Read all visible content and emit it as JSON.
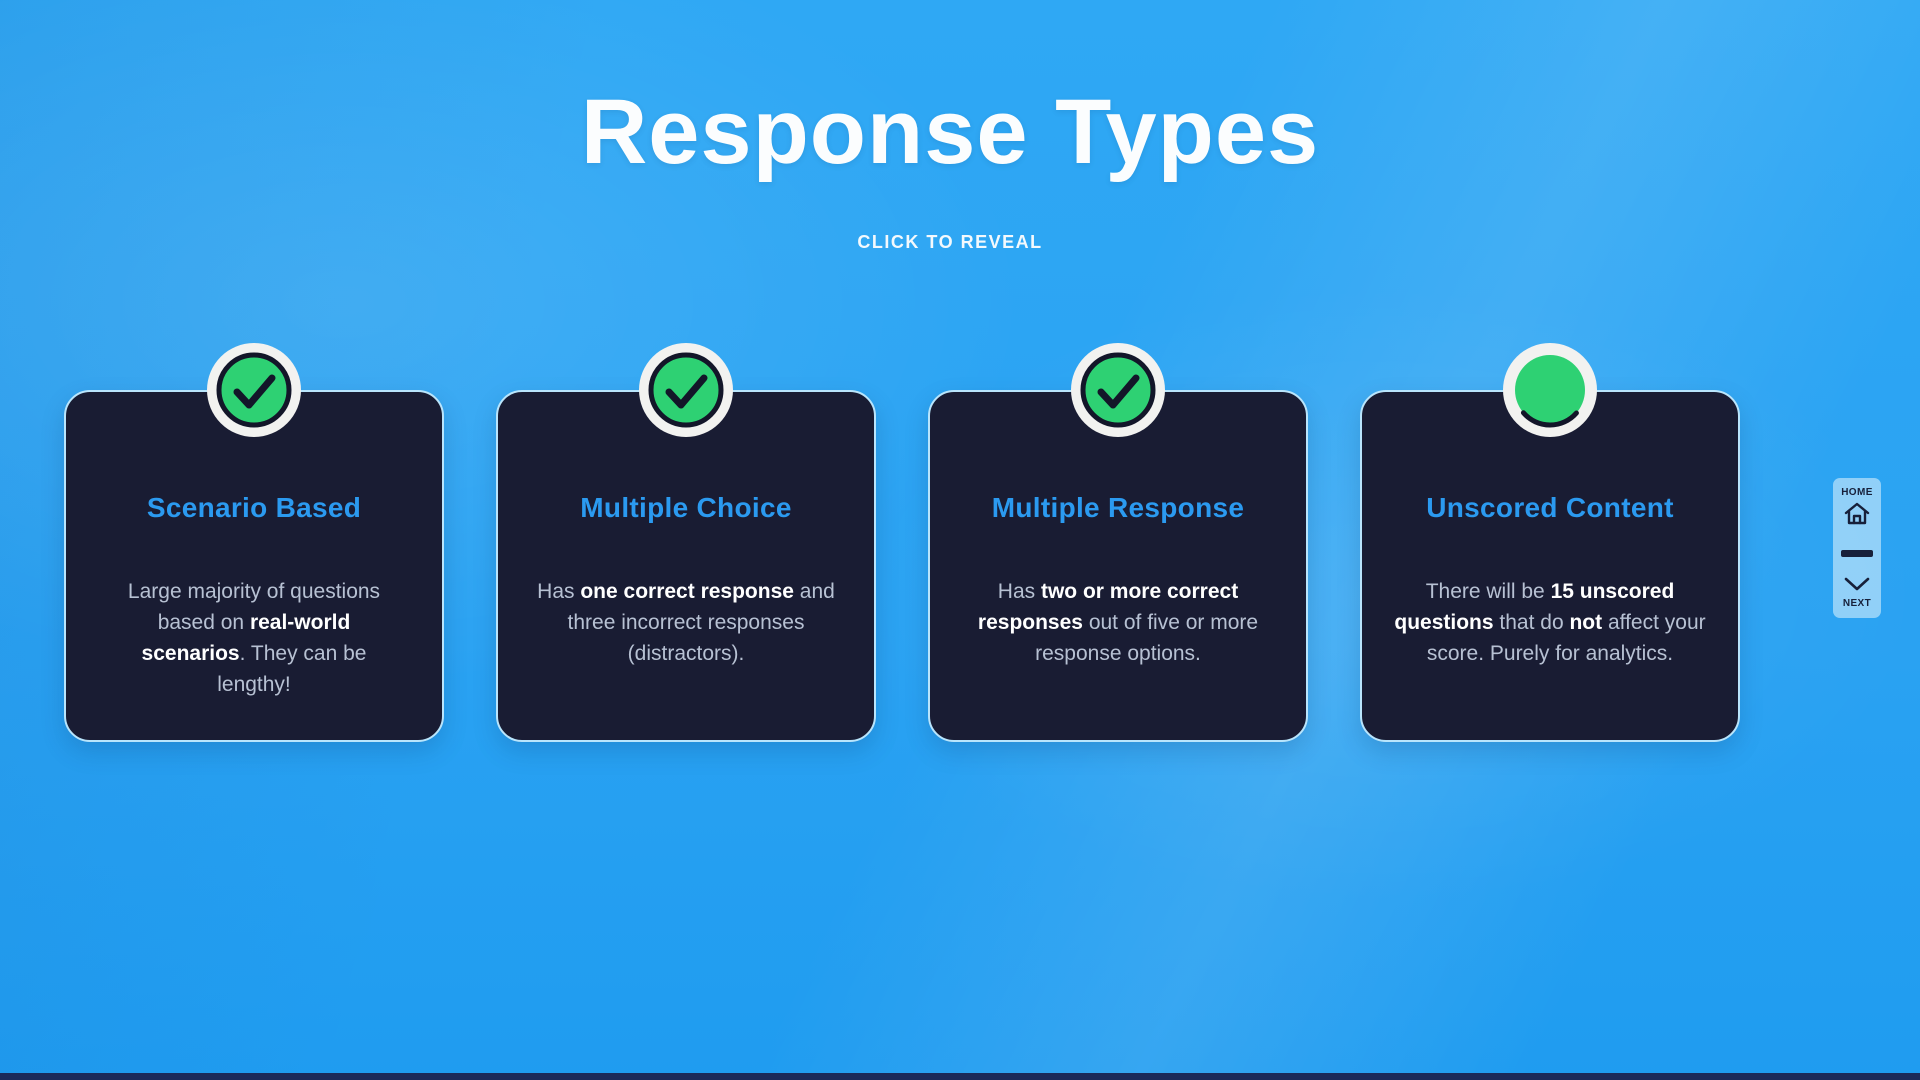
{
  "page": {
    "title": "Response Types",
    "subtitle": "CLICK TO REVEAL"
  },
  "cards": [
    {
      "title": "Scenario Based",
      "icon": "check-circle",
      "body": [
        {
          "t": "Large majority of questions based on ",
          "b": false
        },
        {
          "t": "real-world scenarios",
          "b": true
        },
        {
          "t": ". They can be lengthy!",
          "b": false
        }
      ]
    },
    {
      "title": "Multiple Choice",
      "icon": "check-circle",
      "body": [
        {
          "t": "Has ",
          "b": false
        },
        {
          "t": "one correct response",
          "b": true
        },
        {
          "t": " and three incorrect responses (distractors).",
          "b": false
        }
      ]
    },
    {
      "title": "Multiple Response",
      "icon": "check-circle",
      "body": [
        {
          "t": "Has ",
          "b": false
        },
        {
          "t": "two or more correct responses",
          "b": true
        },
        {
          "t": " out of five or more response options.",
          "b": false
        }
      ]
    },
    {
      "title": "Unscored Content",
      "icon": "circle-revealing",
      "body": [
        {
          "t": "There will be ",
          "b": false
        },
        {
          "t": "15 unscored questions",
          "b": true
        },
        {
          "t": " that do ",
          "b": false
        },
        {
          "t": "not",
          "b": true
        },
        {
          "t": " affect your score. Purely for analytics.",
          "b": false
        }
      ]
    }
  ],
  "nav": {
    "home_label": "HOME",
    "next_label": "NEXT"
  },
  "colors": {
    "background": "#2DA4F2",
    "card_bg": "#191C33",
    "card_border": "#B9E5FC",
    "card_title": "#2B9AF0",
    "body_text": "#B7C1D3",
    "body_bold": "#FFFFFF",
    "check_green": "#2ED173",
    "check_dark": "#131629",
    "ring_white": "#F2F2F0",
    "nav_text": "#17203A",
    "bottom_bar": "#1B2A5A"
  }
}
